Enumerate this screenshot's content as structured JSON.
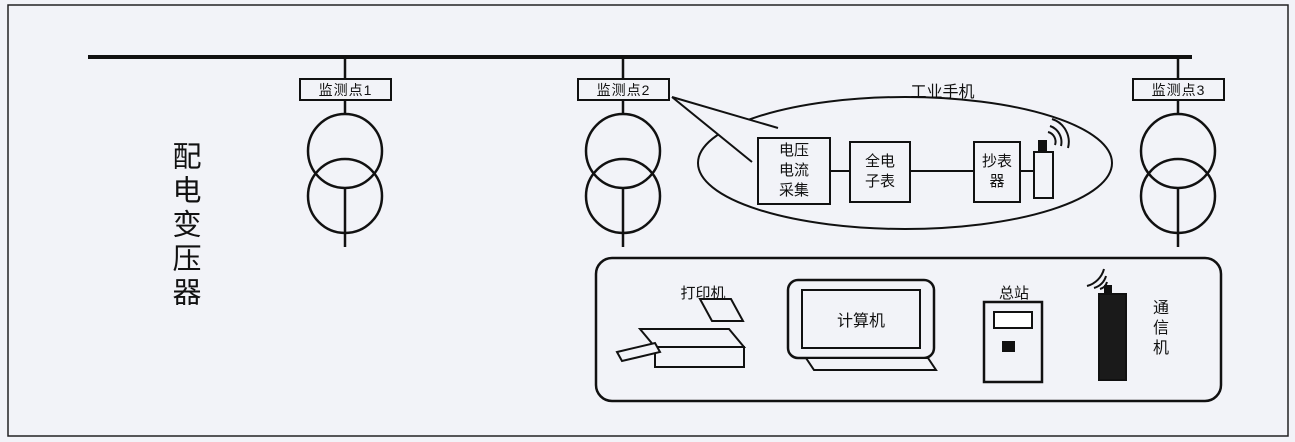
{
  "page": {
    "bg_color": "#f2f3f8",
    "line_color": "#111111"
  },
  "labels": {
    "transformer": "配电变压器",
    "monitor_point_1": "监测点1",
    "monitor_point_2": "监测点2",
    "monitor_point_3": "监测点3"
  },
  "callout": {
    "title": "工业手机",
    "box_voltage_current": "电压\n电流\n采集",
    "box_electronic_meter": "全电\n子表",
    "box_meter_reader": "抄表\n器"
  },
  "station": {
    "printer": "打印机",
    "computer": "计算机",
    "master": "总站",
    "comm": "通信机"
  }
}
